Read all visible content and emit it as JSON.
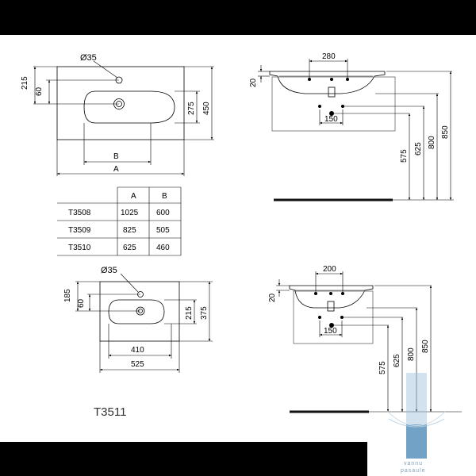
{
  "diagram_1": {
    "top": {
      "tap_hole": "Ø35",
      "dim_215": "215",
      "dim_60": "60",
      "dim_275": "275",
      "dim_450": "450",
      "dim_B": "B",
      "dim_A": "A"
    },
    "side": {
      "dim_280": "280",
      "dim_20": "20",
      "dim_150": "150",
      "dim_575": "575",
      "dim_625": "625",
      "dim_800": "800",
      "dim_850": "850"
    },
    "table": {
      "headers": [
        "",
        "A",
        "B"
      ],
      "rows": [
        [
          "T3508",
          "1025",
          "600"
        ],
        [
          "T3509",
          "825",
          "505"
        ],
        [
          "T3510",
          "625",
          "460"
        ]
      ]
    }
  },
  "diagram_2": {
    "top": {
      "tap_hole": "Ø35",
      "dim_185": "185",
      "dim_60": "60",
      "dim_215": "215",
      "dim_375": "375",
      "dim_410": "410",
      "dim_525": "525"
    },
    "side": {
      "dim_200": "200",
      "dim_20": "20",
      "dim_150": "150",
      "dim_575": "575",
      "dim_625": "625",
      "dim_800": "800",
      "dim_850": "850"
    },
    "model_label": "T3511"
  },
  "watermark": {
    "line1": "vannu",
    "line2": "pasaule"
  }
}
